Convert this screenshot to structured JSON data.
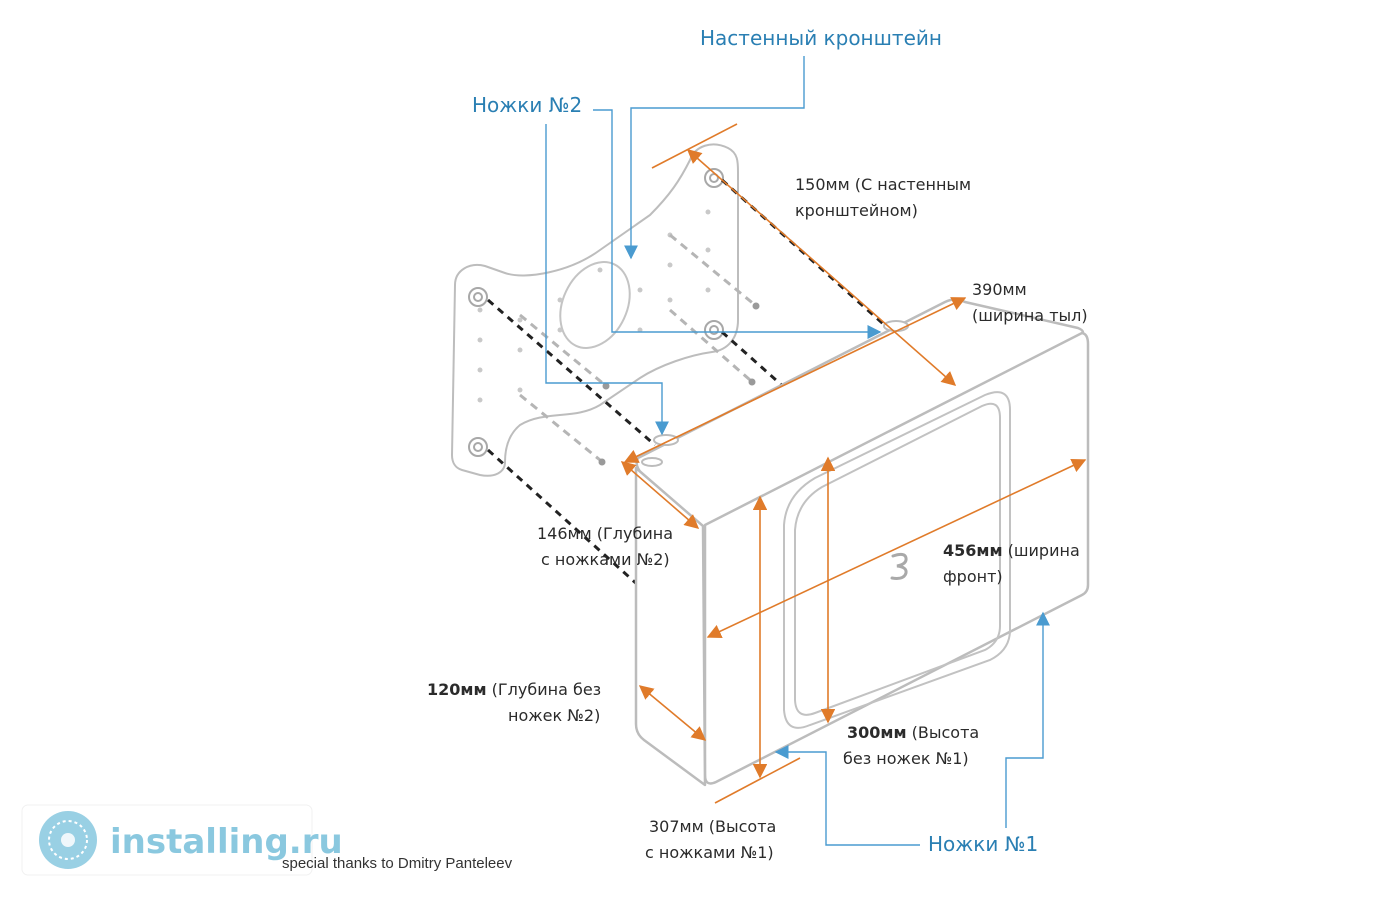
{
  "callouts": {
    "wall_bracket": "Настенный кронштейн",
    "feet2": "Ножки №2",
    "feet1": "Ножки №1"
  },
  "dimensions": {
    "d150": {
      "line1": "150мм (С настенным",
      "line2": "кронштейном)"
    },
    "d390": {
      "line1": "390мм",
      "line2": "(ширина тыл)"
    },
    "d146": {
      "line1": "146мм (Глубина",
      "line2": "с ножками №2)"
    },
    "d456": {
      "bold": "456мм",
      "rest": " (ширина",
      "line2": "фронт)"
    },
    "d120": {
      "bold": "120мм",
      "rest": " (Глубина без",
      "line2": "ножек №2)"
    },
    "d300": {
      "bold": "300мм",
      "rest": " (Высота",
      "line2": "без ножек №1)"
    },
    "d307": {
      "line1": "307мм (Высота",
      "line2": "с ножками №1)"
    }
  },
  "footer": {
    "thanks": "special thanks to Dmitry Panteleev"
  },
  "watermark": {
    "text": "installing.ru"
  },
  "colors": {
    "callout_blue": "#2a7fb3",
    "leader_blue": "#4a9bd0",
    "arrow_orange": "#e07b2a",
    "outline_gray": "#b8b8b8"
  }
}
